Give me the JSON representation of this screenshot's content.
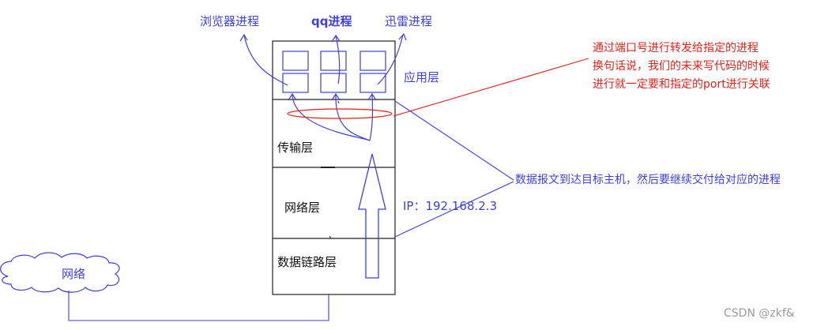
{
  "processes": {
    "browser": "浏览器进程",
    "qq": "qq进程",
    "xunlei": "迅雷进程"
  },
  "layers": {
    "application": "应用层",
    "transport": "传输层",
    "network": "网络层",
    "datalink": "数据链路层"
  },
  "cloud_label": "网络",
  "ip_label": "IP：192.168.2.3",
  "port_note": [
    "通过端口号进行转发给指定的进程",
    "换句话说，我们的未来写代码的时候",
    "进行就一定要和指定的port进行关联"
  ],
  "delivery_note": "数据报文到达目标主机，然后要继续交付给对应的进程",
  "watermark": "CSDN @zkf&",
  "colors": {
    "annotation_blue": "#3d3fd8",
    "annotation_red": "#e0201b",
    "layer_text": "#111111"
  }
}
